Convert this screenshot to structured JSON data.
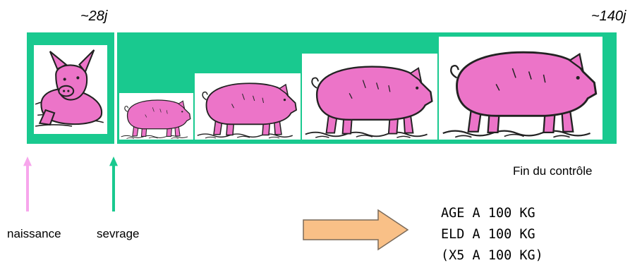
{
  "colors": {
    "accent": "#19c98f",
    "pig_fill": "#ec74c8",
    "pig_outline": "#222222",
    "arrow_birth": "#f7a6ec",
    "arrow_weaning": "#19c98f",
    "big_arrow_fill": "#f9c087",
    "big_arrow_stroke": "#7a6a5a"
  },
  "labels": {
    "day_weaning": "~28j",
    "day_end": "~140j",
    "end_control": "Fin du contrôle",
    "birth": "naissance",
    "weaning": "sevrage"
  },
  "outcomes": {
    "line1": "AGE A 100 KG",
    "line2": "ELD A 100 KG",
    "line3": "(X5 A 100 KG)"
  },
  "icons": {
    "piglet": "piglet-icon",
    "pig": "pig-icon",
    "arrow_up": "arrow-up-icon",
    "arrow_right": "arrow-right-icon"
  }
}
